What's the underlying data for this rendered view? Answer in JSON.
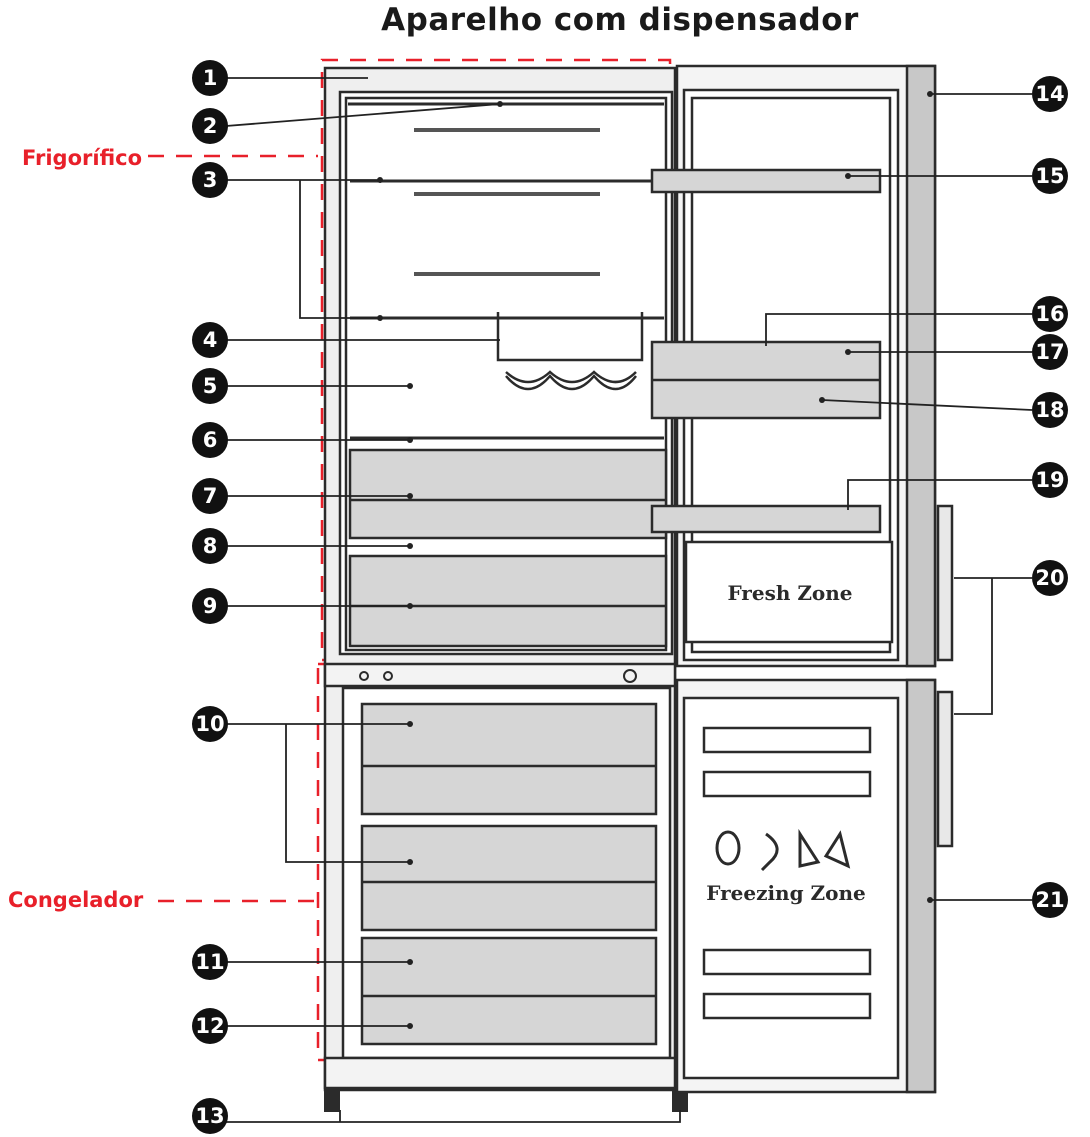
{
  "title": "Aparelho com dispensador",
  "zones": {
    "fridge": "Frigorífico",
    "freezer": "Congelador"
  },
  "door_labels": {
    "fresh": "Fresh Zone",
    "freezing": "Freezing Zone"
  },
  "callouts": [
    "1",
    "2",
    "3",
    "4",
    "5",
    "6",
    "7",
    "8",
    "9",
    "10",
    "11",
    "12",
    "13",
    "14",
    "15",
    "16",
    "17",
    "18",
    "19",
    "20",
    "21"
  ],
  "colors": {
    "accent_red": "#e8202a",
    "drawer_gray": "#d4d4d4",
    "door_gray": "#c8c8c8",
    "outline": "#2b2b2b"
  }
}
